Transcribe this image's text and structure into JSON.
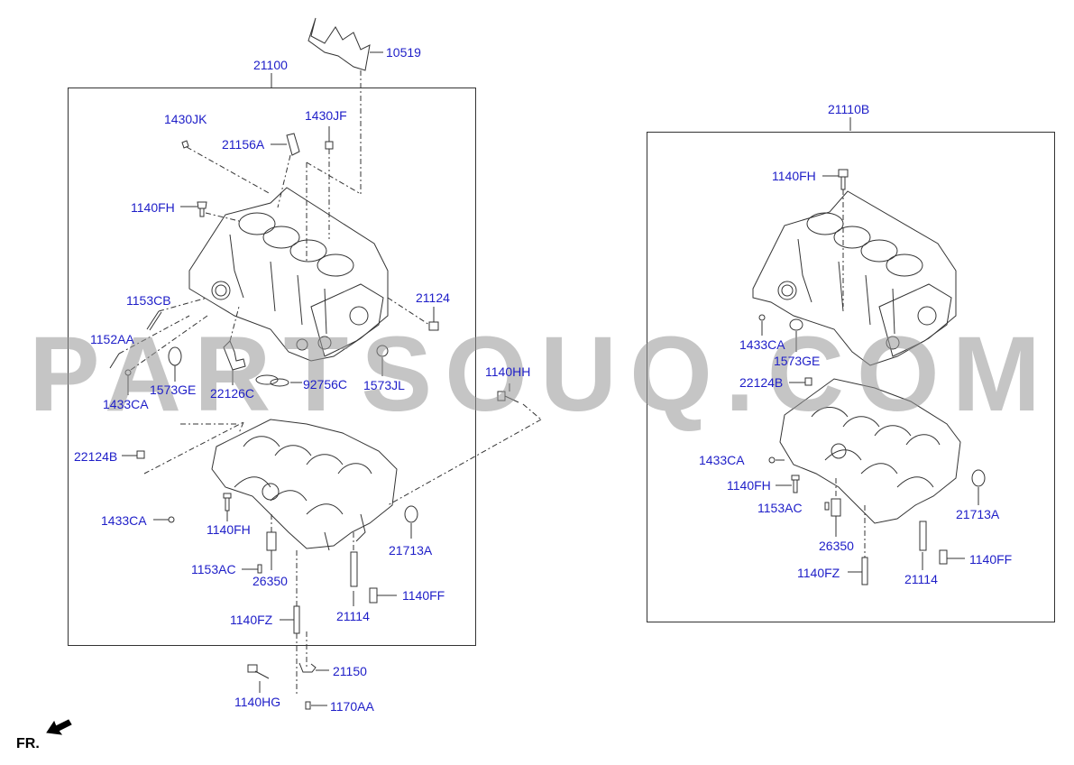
{
  "watermark": "PARTSOUQ.COM",
  "direction_label": "FR.",
  "assemblies": {
    "left": "21100",
    "right": "21110B"
  },
  "labels": {
    "l10519": "10519",
    "l1430JK": "1430JK",
    "l1430JF": "1430JF",
    "l21156A": "21156A",
    "l1140FH_top": "1140FH",
    "l1153CB": "1153CB",
    "l21124": "21124",
    "l1152AA": "1152AA",
    "l1433CA_a": "1433CA",
    "l1573GE_a": "1573GE",
    "l22126C": "22126C",
    "l92756C": "92756C",
    "l1573JL": "1573JL",
    "l1140HH": "1140HH",
    "l22124B_a": "22124B",
    "l1433CA_b": "1433CA",
    "l1140FH_b": "1140FH",
    "l21713A_a": "21713A",
    "l1153AC_a": "1153AC",
    "l26350_a": "26350",
    "l1140FF_a": "1140FF",
    "l21114_a": "21114",
    "l1140FZ_a": "1140FZ",
    "l21150": "21150",
    "l1140HG": "1140HG",
    "l1170AA": "1170AA",
    "r1140FH_top": "1140FH",
    "r1433CA_a": "1433CA",
    "r1573GE": "1573GE",
    "r22124B": "22124B",
    "r1433CA_b": "1433CA",
    "r1140FH_b": "1140FH",
    "r1153AC": "1153AC",
    "r26350": "26350",
    "r21713A": "21713A",
    "r1140FF": "1140FF",
    "r1140FZ": "1140FZ",
    "r21114": "21114"
  },
  "colors": {
    "label": "#1e1ec8",
    "line": "#333333",
    "watermark": "#969696"
  }
}
